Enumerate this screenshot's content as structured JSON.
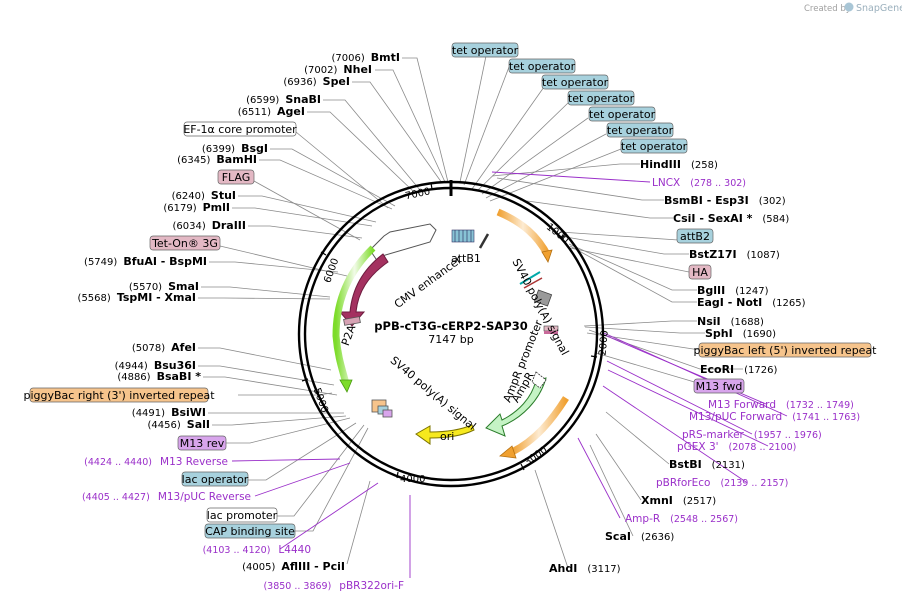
{
  "plasmid": {
    "name": "pPB-cT3G-cERP2-SAP30",
    "length": "7147 bp"
  },
  "credit": {
    "text": "Created by",
    "brand": "SnapGene"
  },
  "colors": {
    "tet": "#a7d1dd",
    "orange": "#f6c48c",
    "pink": "#e3b8c4",
    "purple": "#d8a5ec",
    "primer": "#9a2fc9",
    "white": "#ffffff"
  },
  "ruler": [
    "1000",
    "2000",
    "3000",
    "4000",
    "5000",
    "6000",
    "7000"
  ],
  "sites": [
    {
      "pos": "(7006)",
      "name": "BmtI"
    },
    {
      "pos": "(7002)",
      "name": "NheI"
    },
    {
      "pos": "(6936)",
      "name": "SpeI"
    },
    {
      "pos": "(6599)",
      "name": "SnaBI"
    },
    {
      "pos": "(6511)",
      "name": "AgeI"
    },
    {
      "pos": "(6399)",
      "name": "BsgI"
    },
    {
      "pos": "(6345)",
      "name": "BamHI"
    },
    {
      "pos": "(6240)",
      "name": "StuI"
    },
    {
      "pos": "(6179)",
      "name": "PmlI"
    },
    {
      "pos": "(6034)",
      "name": "DraIII"
    },
    {
      "pos": "(5749)",
      "name": "BfuAI - BspMI"
    },
    {
      "pos": "(5570)",
      "name": "SmaI"
    },
    {
      "pos": "(5568)",
      "name": "TspMI - XmaI"
    },
    {
      "pos": "(5078)",
      "name": "AfeI"
    },
    {
      "pos": "(4944)",
      "name": "Bsu36I"
    },
    {
      "pos": "(4886)",
      "name": "BsaBI *"
    },
    {
      "pos": "(4491)",
      "name": "BsiWI"
    },
    {
      "pos": "(4456)",
      "name": "SalI"
    },
    {
      "pos": "(4005)",
      "name": "AflIII - PciI"
    },
    {
      "name": "HindIII",
      "pos": "(258)"
    },
    {
      "name": "BsmBI - Esp3I",
      "pos": "(302)"
    },
    {
      "name": "CsiI - SexAI *",
      "pos": "(584)"
    },
    {
      "name": "BstZ17I",
      "pos": "(1087)"
    },
    {
      "name": "BglII",
      "pos": "(1247)"
    },
    {
      "name": "EagI - NotI",
      "pos": "(1265)"
    },
    {
      "name": "NsiI",
      "pos": "(1688)"
    },
    {
      "name": "SphI",
      "pos": "(1690)"
    },
    {
      "name": "EcoRI",
      "pos": "(1726)"
    },
    {
      "name": "BstBI",
      "pos": "(2131)"
    },
    {
      "name": "XmnI",
      "pos": "(2517)"
    },
    {
      "name": "ScaI",
      "pos": "(2636)"
    },
    {
      "name": "AhdI",
      "pos": "(3117)"
    }
  ],
  "primers": [
    {
      "name": "LNCX",
      "range": "(278 .. 302)"
    },
    {
      "name": "M13 Forward",
      "range": "(1732 .. 1749)"
    },
    {
      "name": "M13/pUC Forward",
      "range": "(1741 .. 1763)"
    },
    {
      "name": "pRS-marker",
      "range": "(1957 .. 1976)"
    },
    {
      "name": "pGEX 3'",
      "range": "(2078 .. 2100)"
    },
    {
      "name": "pBRforEco",
      "range": "(2139 .. 2157)"
    },
    {
      "name": "Amp-R",
      "range": "(2548 .. 2567)"
    },
    {
      "name": "M13 Reverse",
      "range": "(4424 .. 4440)"
    },
    {
      "name": "M13/pUC Reverse",
      "range": "(4405 .. 4427)"
    },
    {
      "name": "L4440",
      "range": "(4103 .. 4120)"
    },
    {
      "name": "pBR322ori-F",
      "range": "(3850 .. 3869)"
    }
  ],
  "boxed": [
    {
      "name": "tet operator"
    },
    {
      "name": "tet operator"
    },
    {
      "name": "tet operator"
    },
    {
      "name": "tet operator"
    },
    {
      "name": "tet operator"
    },
    {
      "name": "tet operator"
    },
    {
      "name": "tet operator"
    },
    {
      "name": "EF-1α core promoter"
    },
    {
      "name": "FLAG"
    },
    {
      "name": "Tet-On® 3G"
    },
    {
      "name": "attB2"
    },
    {
      "name": "HA"
    },
    {
      "name": "piggyBac left (5') inverted repeat"
    },
    {
      "name": "M13 fwd"
    },
    {
      "name": "piggyBac right (3') inverted repeat"
    },
    {
      "name": "M13 rev"
    },
    {
      "name": "lac operator"
    },
    {
      "name": "lac promoter"
    },
    {
      "name": "CAP binding site"
    }
  ],
  "inner": {
    "cmv": "CMV enhancer",
    "attb1": "attB1",
    "sv40_top": "SV40 poly(A) signal",
    "ampr_prom": "AmpR promoter",
    "ampr": "AmpR",
    "ori": "ori",
    "sv40_bottom": "SV40 poly(A) signal",
    "p2a": "P2A"
  }
}
